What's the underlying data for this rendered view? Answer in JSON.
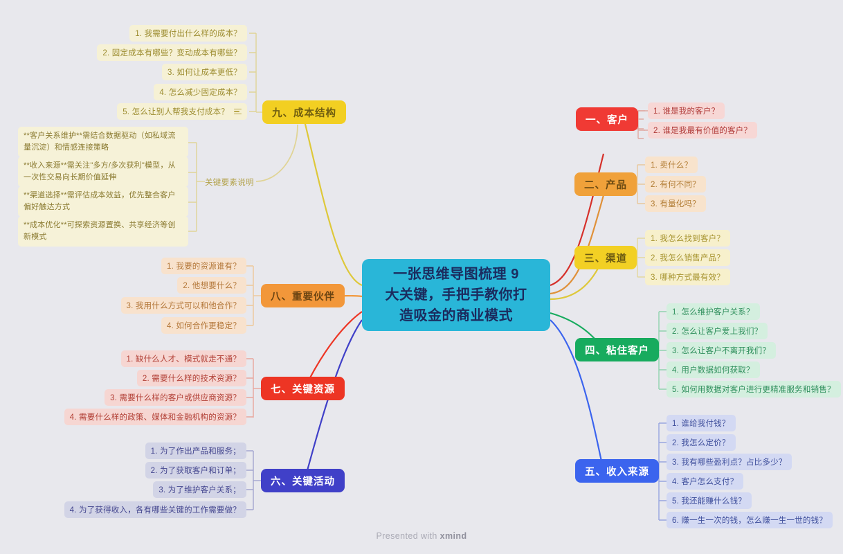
{
  "central": {
    "lines": [
      "一张思维导图梳理 9",
      "大关键，手把手教你打",
      "造吸金的商业模式"
    ],
    "color": "#29b6d8"
  },
  "footer": {
    "prefix": "Presented with ",
    "brand": "xmind"
  },
  "branches": [
    {
      "id": "customer",
      "label": "一、客户",
      "color": "#f03a34",
      "text_color": "#ffffff",
      "leaf_bg": "#f7d7d5",
      "leaf_color": "#b03a38",
      "items": [
        "1. 谁是我的客户？",
        "2. 谁是我最有价值的客户？"
      ]
    },
    {
      "id": "product",
      "label": "二、产品",
      "color": "#f0a13a",
      "text_color": "#6b4a12",
      "leaf_bg": "#f8e3cc",
      "leaf_color": "#b07a30",
      "items": [
        "1. 卖什么？",
        "2. 有何不同？",
        "3. 有量化吗？"
      ]
    },
    {
      "id": "channel",
      "label": "三、渠道",
      "color": "#f2d024",
      "text_color": "#6b5a12",
      "leaf_bg": "#f7f0cc",
      "leaf_color": "#a79430",
      "items": [
        "1. 我怎么找到客户？",
        "2. 我怎么销售产品？",
        "3. 哪种方式最有效？"
      ]
    },
    {
      "id": "stickiness",
      "label": "四、粘住客户",
      "color": "#17ab5e",
      "text_color": "#ffffff",
      "leaf_bg": "#d4efdf",
      "leaf_color": "#2f8f5c",
      "items": [
        "1. 怎么维护客户关系？",
        "2. 怎么让客户爱上我们？",
        "3. 怎么让客户不离开我们？",
        "4. 用户数据如何获取？",
        "5. 如何用数据对客户进行更精准服务和销售？"
      ]
    },
    {
      "id": "revenue",
      "label": "五、收入来源",
      "color": "#3b64ee",
      "text_color": "#ffffff",
      "leaf_bg": "#d3d9f3",
      "leaf_color": "#3f4f9c",
      "items": [
        "1. 谁给我付钱？",
        "2. 我怎么定价？",
        "3. 我有哪些盈利点？占比多少？",
        "4. 客户怎么支付？",
        "5. 我还能赚什么钱？",
        "6. 赚一生一次的钱，怎么赚一生一世的钱？"
      ]
    },
    {
      "id": "activities",
      "label": "六、关键活动",
      "color": "#4040c8",
      "text_color": "#ffffff",
      "leaf_bg": "#d2d4e6",
      "leaf_color": "#44468f",
      "items": [
        "1. 为了作出产品和服务；",
        "2. 为了获取客户和订单；",
        "3. 为了维护客户关系；",
        "4. 为了获得收入，各有哪些关键的工作需要做？"
      ]
    },
    {
      "id": "resources",
      "label": "七、关键资源",
      "color": "#ed3524",
      "text_color": "#ffffff",
      "leaf_bg": "#f6d6d2",
      "leaf_color": "#b24036",
      "items": [
        "1. 缺什么人才、模式就走不通？",
        "2. 需要什么样的技术资源？",
        "3. 需要什么样的客户或供应商资源？",
        "4. 需要什么样的政策、媒体和金融机构的资源？"
      ]
    },
    {
      "id": "partners",
      "label": "八、重要伙伴",
      "color": "#f2973a",
      "text_color": "#6b4412",
      "leaf_bg": "#f8e2cd",
      "leaf_color": "#b4783a",
      "items": [
        "1. 我要的资源谁有？",
        "2. 他想要什么？",
        "3. 我用什么方式可以和他合作？",
        "4. 如何合作更稳定？"
      ]
    },
    {
      "id": "cost",
      "label": "九、成本结构",
      "color": "#f2cf22",
      "text_color": "#705e10",
      "leaf_bg": "#f6f1d5",
      "leaf_color": "#9c8c2f",
      "items": [
        "1. 我需要付出什么样的成本？",
        "2. 固定成本有哪些？变动成本有哪些？",
        "3. 如何让成本更低？",
        "4. 怎么减少固定成本？",
        "5. 怎么让别人帮我支付成本？"
      ],
      "has_notes_icon_on_item": 5
    }
  ],
  "notes_group": {
    "label": "关键要素说明",
    "items": [
      "**客户关系维护**需结合数据驱动（如私域流量沉淀）和情感连接策略",
      "**收入来源**需关注\"多方/多次获利\"模型，从一次性交易向长期价值延伸",
      "**渠道选择**需评估成本效益，优先整合客户偏好触达方式",
      "**成本优化**可探索资源置换、共享经济等创新模式"
    ]
  }
}
